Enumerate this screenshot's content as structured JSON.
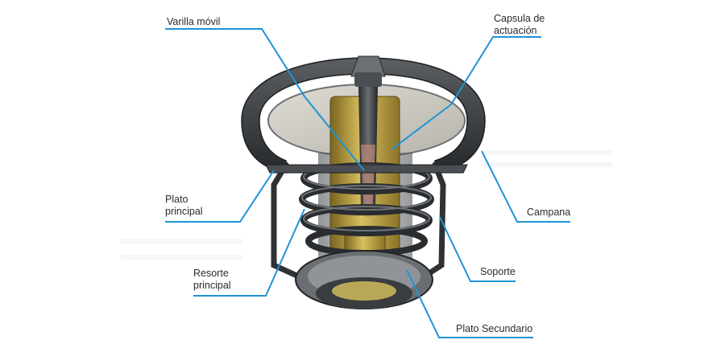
{
  "colors": {
    "leader": "#1f93d6",
    "text": "#2b2b2b",
    "ring_dark": "#3a3d40",
    "metal": "#8d9196",
    "brass": "#b59a3e"
  },
  "labels": {
    "varilla": "Varilla móvil",
    "capsula_1": "Capsula de",
    "capsula_2": "actuación",
    "plato_principal_1": "Plato",
    "plato_principal_2": "principal",
    "resorte_1": "Resorte",
    "resorte_2": "principal",
    "campana": "Campana",
    "soporte": "Soporte",
    "plato_secundario": "Plato Secundario"
  }
}
